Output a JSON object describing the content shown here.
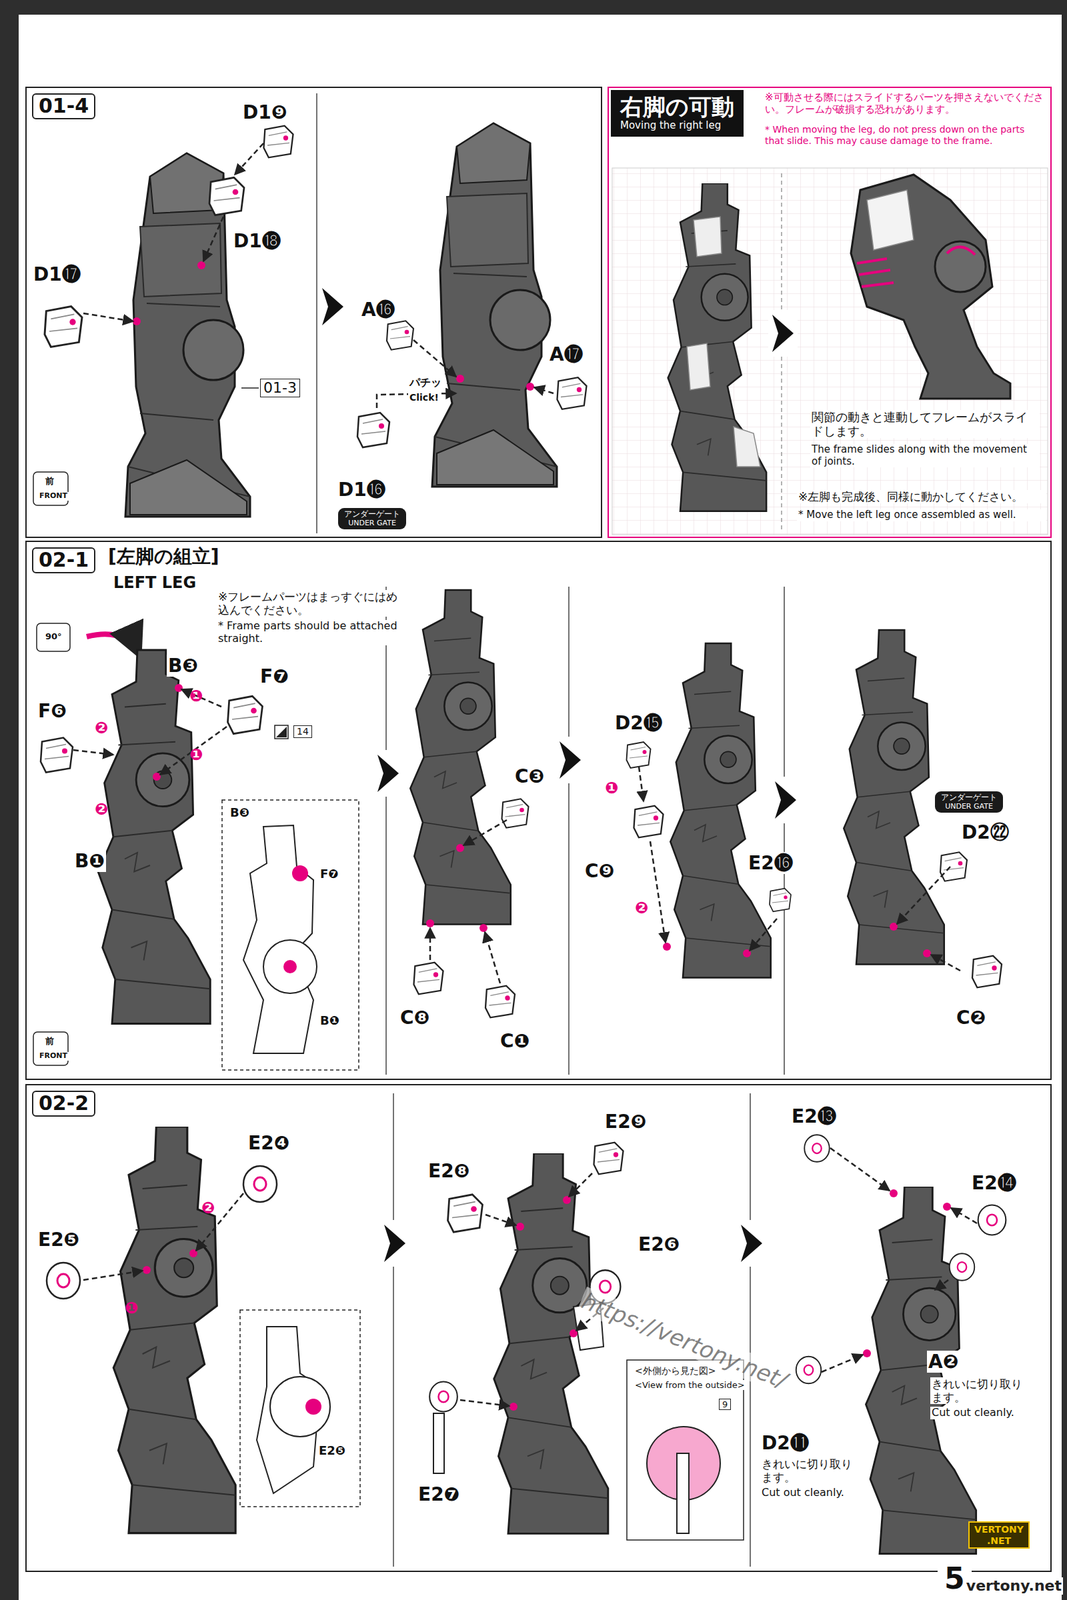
{
  "diagram": {
    "nodes": [
      {
        "text": [
          "01-4"
        ]
      },
      {
        "text": [
          "アンダーゲート",
          "UNDER GATE"
        ],
        "in": 0
      },
      {
        "text": [
          "右脚の可動",
          "Moving the right leg"
        ]
      },
      {
        "text": [
          "02-1",
          "[左脚の組立]",
          "LEFT LEG"
        ]
      },
      {
        "text": [
          "アンダーゲート",
          "UNDER GATE"
        ],
        "in": 3
      },
      {
        "text": [
          "02-2"
        ]
      }
    ],
    "labels": [
      "D1❾",
      "D1⓲",
      "D1⓱",
      "01-3",
      "前",
      "FRONT",
      "A⓰",
      "パチッ",
      "Click!",
      "A⓱",
      "D1⓰",
      "※可動させる際にはスライドするパーツを押さえないでください。フレームが破損する恐れがあります。",
      "* When moving the leg, do not press down on the parts that slide. This may cause damage to the frame.",
      "関節の動きと連動してフレームがスライドします。",
      "The frame slides along with the movement of joints.",
      "※左脚も完成後、同様に動かしてください。",
      "* Move the left leg once assembled as well.",
      "※フレームパーツはまっすぐにはめ込んでください。",
      "* Frame parts should be attached straight.",
      "90°",
      "B❸",
      "F❼",
      "14",
      "F❻",
      "❶",
      "❷",
      "❶",
      "❷",
      "B❶",
      "B❸",
      "F❼",
      "B❶",
      "前",
      "FRONT",
      "C❸",
      "C❽",
      "C❶",
      "D2⓯",
      "❶",
      "C❾",
      "❷",
      "E2⓰",
      "D2㉒",
      "C❷",
      "E2❹",
      "❷",
      "E2❺",
      "❶",
      "E2❺",
      "E2❾",
      "E2❽",
      "E2❻",
      "E2❼",
      "<外側から見た図>",
      "<View from the outside>",
      "9",
      "E2⓭",
      "E2⓮",
      "A❷",
      "きれいに切り取ります。",
      "Cut out cleanly.",
      "D2⓫",
      "きれいに切り取ります。",
      "Cut out cleanly.",
      "https://vertony.net/",
      "VERTONY .NET",
      "5",
      "vertony.net"
    ]
  }
}
